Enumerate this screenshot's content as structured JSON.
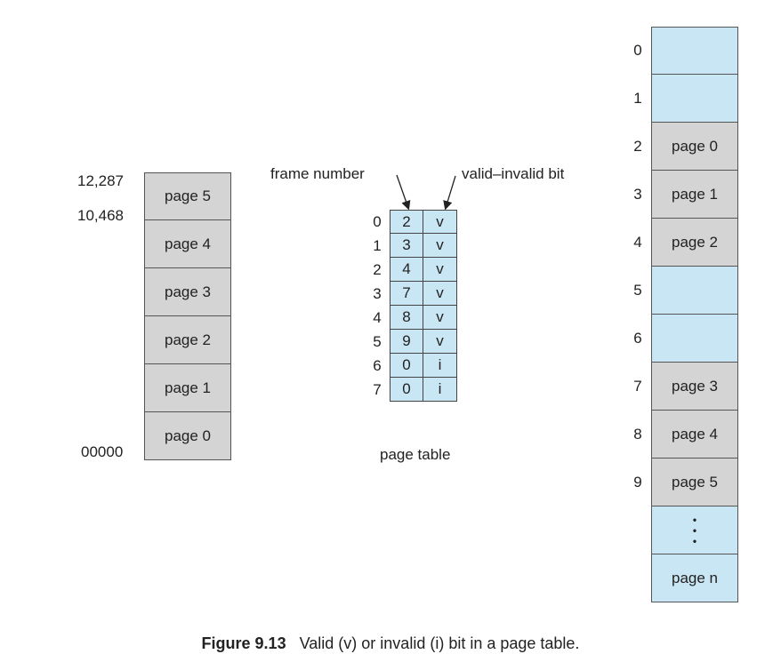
{
  "logical_memory": {
    "address_top_label": "12,287",
    "address_mid_label": "10,468",
    "address_bottom_label": "00000",
    "pages": [
      "page 5",
      "page 4",
      "page 3",
      "page 2",
      "page 1",
      "page 0"
    ]
  },
  "page_table": {
    "frame_number_label": "frame number",
    "valid_invalid_label": "valid–invalid bit",
    "caption": "page table",
    "rows": [
      {
        "index": "0",
        "frame": "2",
        "bit": "v"
      },
      {
        "index": "1",
        "frame": "3",
        "bit": "v"
      },
      {
        "index": "2",
        "frame": "4",
        "bit": "v"
      },
      {
        "index": "3",
        "frame": "7",
        "bit": "v"
      },
      {
        "index": "4",
        "frame": "8",
        "bit": "v"
      },
      {
        "index": "5",
        "frame": "9",
        "bit": "v"
      },
      {
        "index": "6",
        "frame": "0",
        "bit": "i"
      },
      {
        "index": "7",
        "frame": "0",
        "bit": "i"
      }
    ]
  },
  "physical_memory": {
    "frames": [
      {
        "index": "0",
        "content": "",
        "color": "#c9e6f5"
      },
      {
        "index": "1",
        "content": "",
        "color": "#c9e6f5"
      },
      {
        "index": "2",
        "content": "page 0",
        "color": "#d4d4d4"
      },
      {
        "index": "3",
        "content": "page 1",
        "color": "#d4d4d4"
      },
      {
        "index": "4",
        "content": "page 2",
        "color": "#d4d4d4"
      },
      {
        "index": "5",
        "content": "",
        "color": "#c9e6f5"
      },
      {
        "index": "6",
        "content": "",
        "color": "#c9e6f5"
      },
      {
        "index": "7",
        "content": "page 3",
        "color": "#d4d4d4"
      },
      {
        "index": "8",
        "content": "page 4",
        "color": "#d4d4d4"
      },
      {
        "index": "9",
        "content": "page 5",
        "color": "#d4d4d4"
      },
      {
        "index": "",
        "content": "",
        "color": "#c9e6f5",
        "ellipsis": true
      },
      {
        "index": "",
        "content": "page  n",
        "color": "#c9e6f5"
      }
    ]
  },
  "figure": {
    "number": "Figure 9.13",
    "caption": "Valid (v) or invalid (i) bit in a page table."
  }
}
